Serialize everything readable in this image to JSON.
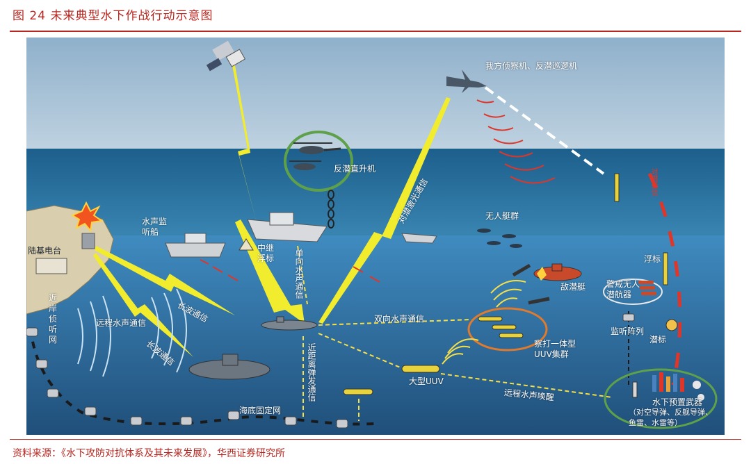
{
  "figure": {
    "title": "图 24  未来典型水下作战行动示意图",
    "source": "资料来源：《水下攻防对抗体系及其未来发展》，华西证券研究所"
  },
  "labels": {
    "recon_aircraft": "我方侦察机、反潜巡逻机",
    "asw_helicopter": "反潜直升机",
    "laser_comm": "对潜激光通信",
    "usv_swarm": "无人艇群",
    "sonar_ship": "水声监\n听船",
    "relay_buoy": "中继\n浮标",
    "one_way_acoustic": "单向水声通信",
    "shore_station": "陆基电台",
    "longwave_1": "长波通信",
    "longwave_2": "长波通信",
    "remote_acoustic": "远程水声通信",
    "coastal_net": "近\n岸\n侦\n听\n网",
    "two_way_acoustic": "双向水声通信",
    "enemy_sub": "敌潜艇",
    "uuv_cluster": "察打一体型\nUUV集群",
    "large_uuv": "大型UUV",
    "near_launch": "近距离弹发通信",
    "seabed_net": "海底固定网",
    "remote_wake": "远程水声唤醒",
    "float_marker": "浮标",
    "patrol_uuv": "警戒无人\n潜航器",
    "listen_array": "监听阵列",
    "sub_marker": "潜标",
    "preset_weapon": "水下预置武器",
    "preset_weapon_detail": "（对空导弹、反舰导弹、\n鱼雷、水雷等）",
    "red_channel": "对潜通信"
  },
  "colors": {
    "accent_red": "#b8261f",
    "sky_top": "#9bb7cf",
    "sea_surface": "#1c6e9e",
    "underwater": "#2f6d9a",
    "lightning": "#f2ec2e",
    "dashed": "#f6e04a",
    "ring_green": "#5fa04a",
    "ring_orange": "#e07a2c"
  },
  "icons": [
    "satellite-icon",
    "aircraft-icon",
    "helicopter-icon",
    "submarine-icon",
    "uuv-icon",
    "ship-icon",
    "buoy-icon",
    "explosion-icon"
  ]
}
